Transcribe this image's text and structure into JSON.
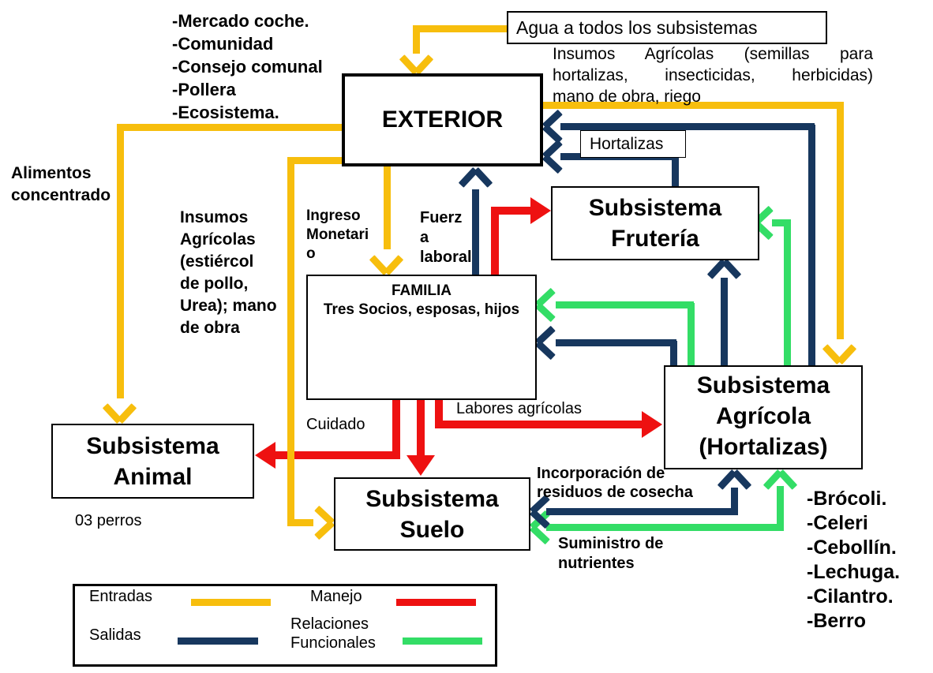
{
  "colors": {
    "entradas": "#F7BE0D",
    "salidas": "#17375E",
    "manejo": "#EE1111",
    "relaciones": "#33DD66"
  },
  "nodes": {
    "exterior": "EXTERIOR",
    "agua": "Agua a todos los subsistemas",
    "hortalizas_tag": "Hortalizas",
    "fruteria": "Subsistema\nFrutería",
    "familia_title": "FAMILIA",
    "familia_sub": "Tres Socios, esposas, hijos",
    "agricola": "Subsistema\nAgrícola\n(Hortalizas)",
    "animal": "Subsistema\nAnimal",
    "suelo": "Subsistema\nSuelo"
  },
  "labels": {
    "exterior_sources": "-Mercado coche.\n-Comunidad\n-Consejo comunal\n-Pollera\n-Ecosistema.",
    "insumos_semillas_l1": "Insumos Agrícolas (semillas para",
    "insumos_semillas_l2": "hortalizas, insecticidas, herbicidas)",
    "insumos_semillas_l3": "mano de obra, riego",
    "alimentos": "Alimentos\nconcentrado",
    "insumos_estiercol": "Insumos\nAgrícolas\n(estiércol\nde pollo,\nUrea); mano\nde obra",
    "ingreso": "Ingreso\nMonetari\no",
    "fuerza": "Fuerz\na\nlaboral",
    "cuidado": "Cuidado",
    "labores": "Labores agrícolas",
    "perros": "03 perros",
    "incorporacion": "Incorporación de\nresiduos de cosecha",
    "suministro": "Suministro de\nnutrientes",
    "cultivos": "-Brócoli.\n-Celeri\n-Cebollín.\n-Lechuga.\n-Cilantro.\n-Berro"
  },
  "legend": {
    "entradas": "Entradas",
    "salidas": "Salidas",
    "manejo": "Manejo",
    "relaciones": "Relaciones\nFuncionales"
  }
}
